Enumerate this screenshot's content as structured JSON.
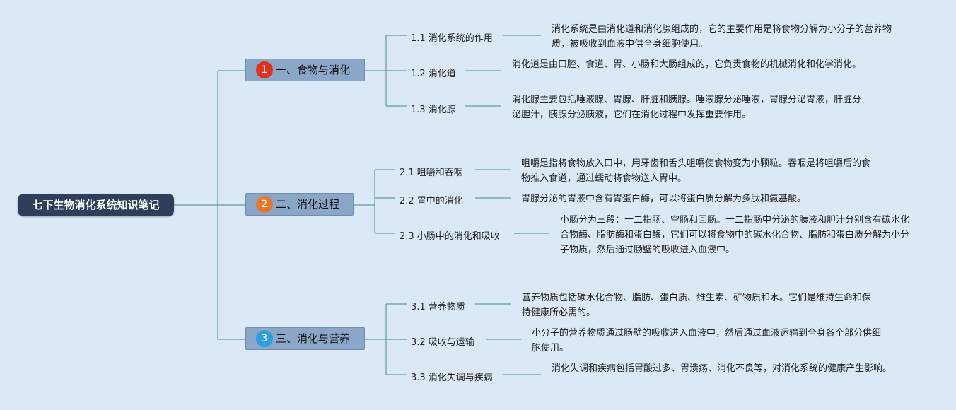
{
  "root": {
    "title": "七下生物消化系统知识笔记"
  },
  "colors": {
    "background": "#dbe9f7",
    "root": "#2f3f5a",
    "branch": "#8aa7c8",
    "line": "#5d9b9b"
  },
  "sections": [
    {
      "badge": "1",
      "badge_color": "#e0301e",
      "title": "一、食物与消化",
      "items": [
        {
          "label": "1.1 消化系统的作用",
          "note": "消化系统是由消化道和消化腺组成的，它的主要作用是将食物分解为小分子的营养物质，被吸收到血液中供全身细胞使用。"
        },
        {
          "label": "1.2 消化道",
          "note": "消化道是由口腔、食道、胃、小肠和大肠组成的，它负责食物的机械消化和化学消化。"
        },
        {
          "label": "1.3 消化腺",
          "note": "消化腺主要包括唾液腺、胃腺、肝脏和胰腺。唾液腺分泌唾液，胃腺分泌胃液，肝脏分泌胆汁，胰腺分泌胰液，它们在消化过程中发挥重要作用。"
        }
      ]
    },
    {
      "badge": "2",
      "badge_color": "#e8772e",
      "title": "二、消化过程",
      "items": [
        {
          "label": "2.1 咀嚼和吞咽",
          "note": "咀嚼是指将食物放入口中，用牙齿和舌头咀嚼使食物变为小颗粒。吞咽是将咀嚼后的食物推入食道，通过蠕动将食物送入胃中。"
        },
        {
          "label": "2.2 胃中的消化",
          "note": "胃腺分泌的胃液中含有胃蛋白酶，可以将蛋白质分解为多肽和氨基酸。"
        },
        {
          "label": "2.3 小肠中的消化和吸收",
          "note": "小肠分为三段：十二指肠、空肠和回肠。十二指肠中分泌的胰液和胆汁分别含有碳水化合物酶、脂肪酶和蛋白酶，它们可以将食物中的碳水化合物、脂肪和蛋白质分解为小分子物质，然后通过肠壁的吸收进入血液中。"
        }
      ]
    },
    {
      "badge": "3",
      "badge_color": "#2d9ee0",
      "title": "三、消化与营养",
      "items": [
        {
          "label": "3.1 营养物质",
          "note": "营养物质包括碳水化合物、脂肪、蛋白质、维生素、矿物质和水。它们是维持生命和保持健康所必需的。"
        },
        {
          "label": "3.2 吸收与运输",
          "note": "小分子的营养物质通过肠壁的吸收进入血液中，然后通过血液运输到全身各个部分供细胞使用。"
        },
        {
          "label": "3.3 消化失调与疾病",
          "note": "消化失调和疾病包括胃酸过多、胃溃疡、消化不良等，对消化系统的健康产生影响。"
        }
      ]
    }
  ]
}
